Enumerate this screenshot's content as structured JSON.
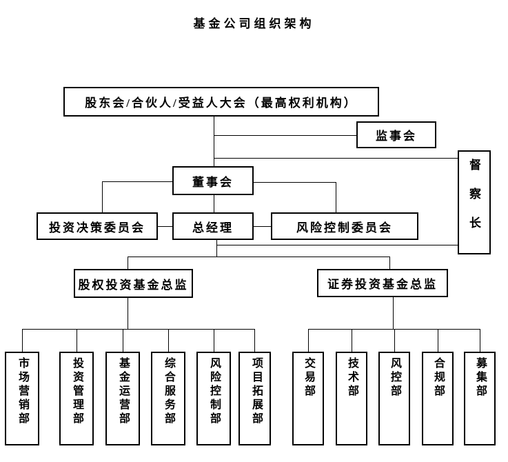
{
  "title": "基金公司组织架构",
  "colors": {
    "line": "#000000",
    "text": "#000000",
    "background": "#ffffff"
  },
  "nodes": {
    "shareholders_meeting": {
      "label": "股东会/合伙人/受益人大会（最高权利机构）"
    },
    "supervisory_board": {
      "label": "监事会"
    },
    "chief_inspector": {
      "label": "督察长"
    },
    "board_of_directors": {
      "label": "董事会"
    },
    "investment_decision_committee": {
      "label": "投资决策委员会"
    },
    "general_manager": {
      "label": "总经理"
    },
    "risk_control_committee": {
      "label": "风险控制委员会"
    },
    "equity_fund_director": {
      "label": "股权投资基金总监"
    },
    "securities_fund_director": {
      "label": "证券投资基金总监"
    }
  },
  "equity_departments": [
    {
      "label": "市场营销部"
    },
    {
      "label": "投资管理部"
    },
    {
      "label": "基金运营部"
    },
    {
      "label": "综合服务部"
    },
    {
      "label": "风险控制部"
    },
    {
      "label": "项目拓展部"
    }
  ],
  "securities_departments": [
    {
      "label": "交易部"
    },
    {
      "label": "技术部"
    },
    {
      "label": "风控部"
    },
    {
      "label": "合规部"
    },
    {
      "label": "募集部"
    }
  ]
}
